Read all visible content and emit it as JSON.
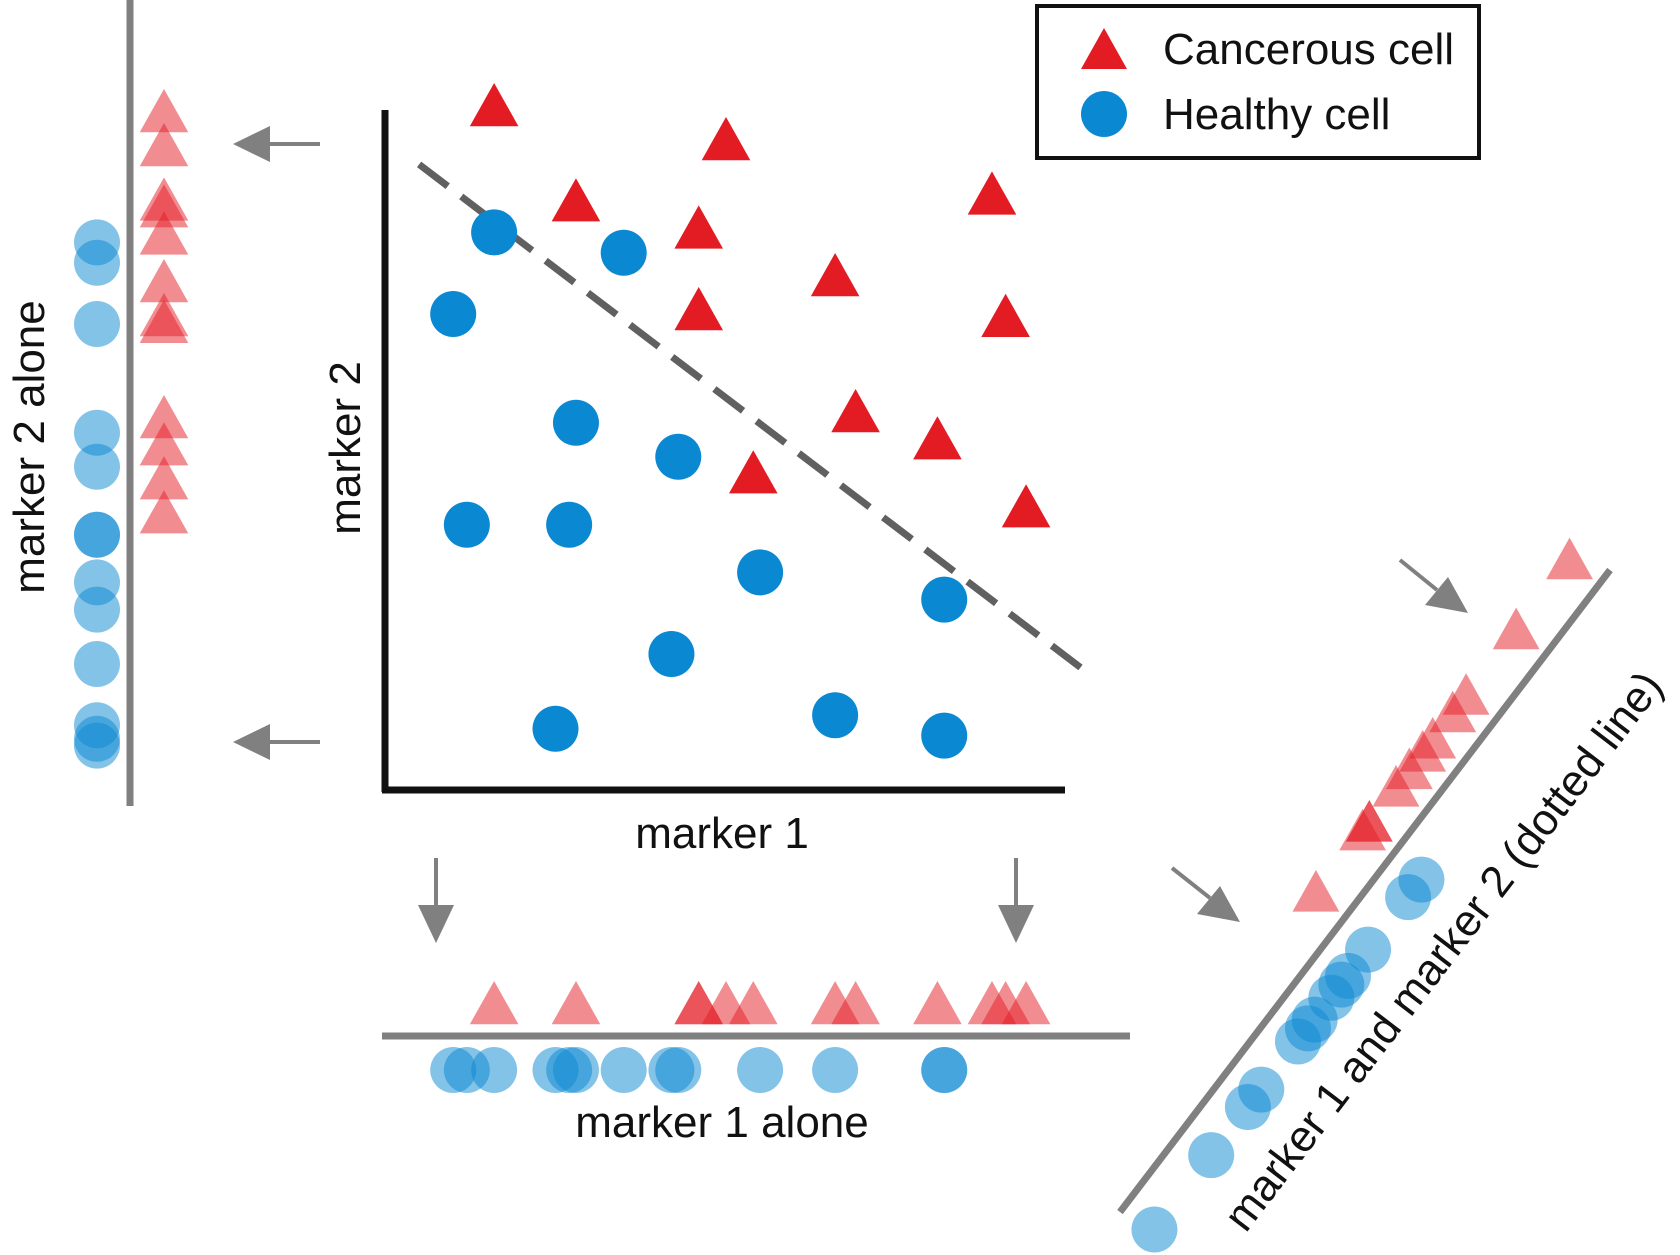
{
  "labels": {
    "x_axis": "marker 1",
    "y_axis": "marker 2",
    "marker1_alone": "marker 1 alone",
    "marker2_alone": "marker 2 alone",
    "combined": "marker 1 and marker 2 (dotted line)"
  },
  "legend": {
    "cancer": "Cancerous cell",
    "healthy": "Healthy cell"
  },
  "colors": {
    "cancer": "#e31b23",
    "healthy": "#0a88d2",
    "axis": "#111111",
    "projection_line": "#808080",
    "dashed_line": "#606060",
    "arrow": "#808080"
  },
  "chart_data": {
    "type": "scatter",
    "xlabel": "marker 1",
    "ylabel": "marker 2",
    "xlim": [
      0,
      10
    ],
    "ylim": [
      0,
      10
    ],
    "series": [
      {
        "name": "Cancerous cell",
        "marker": "triangle",
        "points": [
          [
            1.6,
            10.0
          ],
          [
            5.0,
            9.5
          ],
          [
            2.8,
            8.6
          ],
          [
            4.6,
            8.2
          ],
          [
            8.9,
            8.7
          ],
          [
            6.6,
            7.5
          ],
          [
            4.6,
            7.0
          ],
          [
            9.1,
            6.9
          ],
          [
            6.9,
            5.5
          ],
          [
            8.1,
            5.1
          ],
          [
            5.4,
            4.6
          ],
          [
            9.4,
            4.1
          ]
        ]
      },
      {
        "name": "Healthy cell",
        "marker": "circle",
        "points": [
          [
            1.6,
            8.2
          ],
          [
            3.5,
            7.9
          ],
          [
            1.0,
            7.0
          ],
          [
            2.8,
            5.4
          ],
          [
            4.3,
            4.9
          ],
          [
            1.2,
            3.9
          ],
          [
            2.7,
            3.9
          ],
          [
            5.5,
            3.2
          ],
          [
            8.2,
            2.8
          ],
          [
            4.2,
            2.0
          ],
          [
            2.5,
            0.9
          ],
          [
            6.6,
            1.1
          ],
          [
            8.2,
            0.8
          ]
        ]
      }
    ],
    "dashed_separator": [
      [
        0.5,
        9.2
      ],
      [
        10.2,
        1.8
      ]
    ]
  }
}
